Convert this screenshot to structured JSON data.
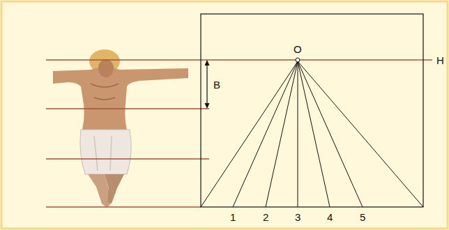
{
  "diagram": {
    "labels": [
      "O",
      "H",
      "B",
      "1",
      "2",
      "3",
      "4",
      "5"
    ]
  }
}
